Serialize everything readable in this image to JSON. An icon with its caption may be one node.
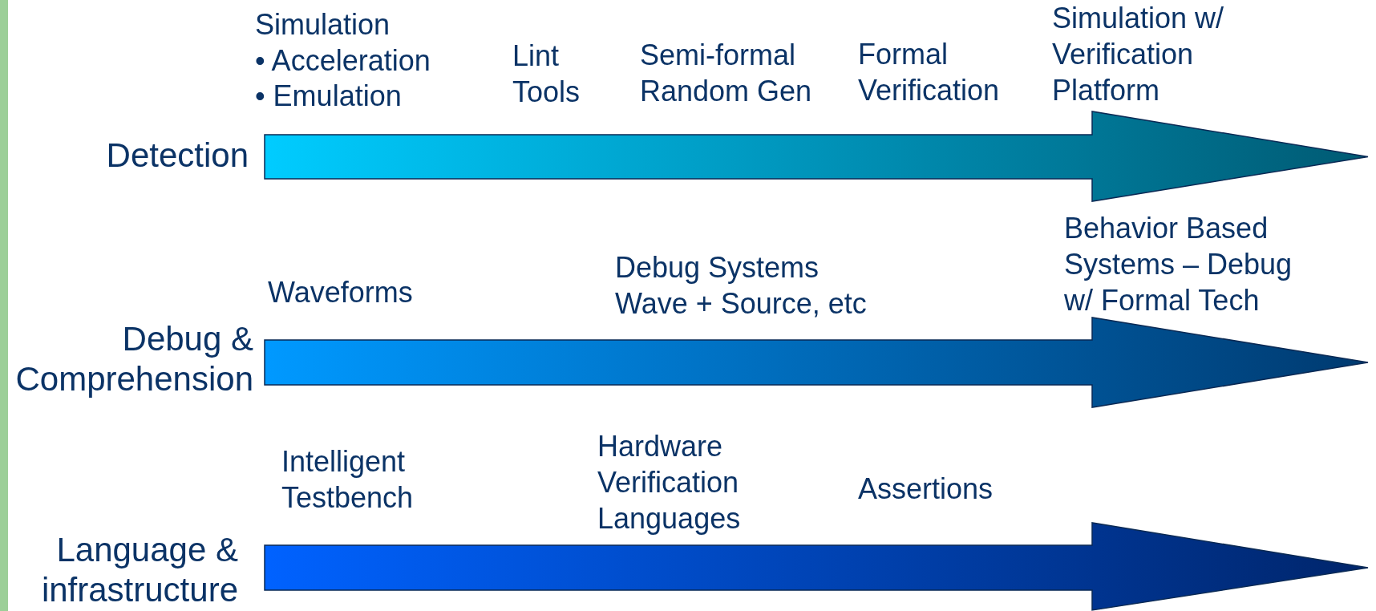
{
  "diagram": {
    "labels": [
      "Simulation",
      "• Acceleration",
      "• Emulation",
      "Lint Tools",
      "Semi-formal Random Gen",
      "Formal Verification",
      "Simulation w/ Verification Platform",
      "Detection",
      "Waveforms",
      "Debug Systems Wave + Source, etc",
      "Behavior Based Systems – Debug w/ Formal Tech",
      "Debug & Comprehension",
      "Intelligent Testbench",
      "Hardware Verification Languages",
      "Assertions",
      "Language & infrastructure"
    ]
  }
}
